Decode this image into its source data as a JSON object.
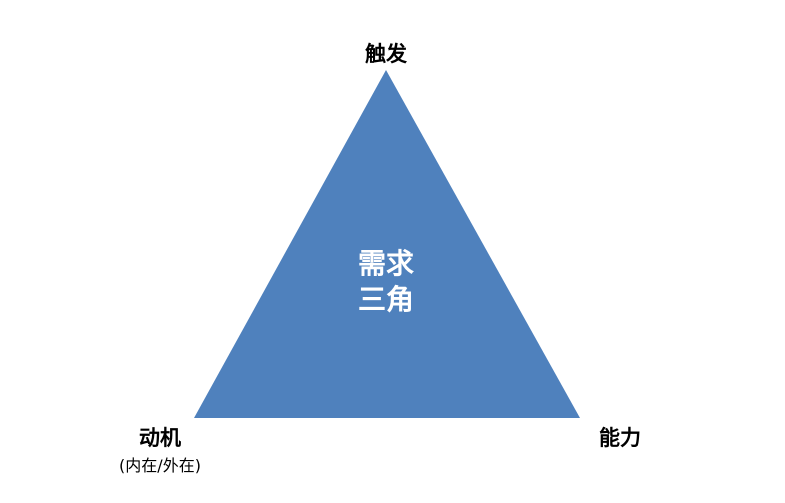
{
  "diagram": {
    "title_line1": "需求",
    "title_line2": "三角",
    "top_label": "触发",
    "left_label": "动机",
    "left_sublabel": "(内在/外在)",
    "right_label": "能力",
    "fill_color": "#4f81bd"
  }
}
